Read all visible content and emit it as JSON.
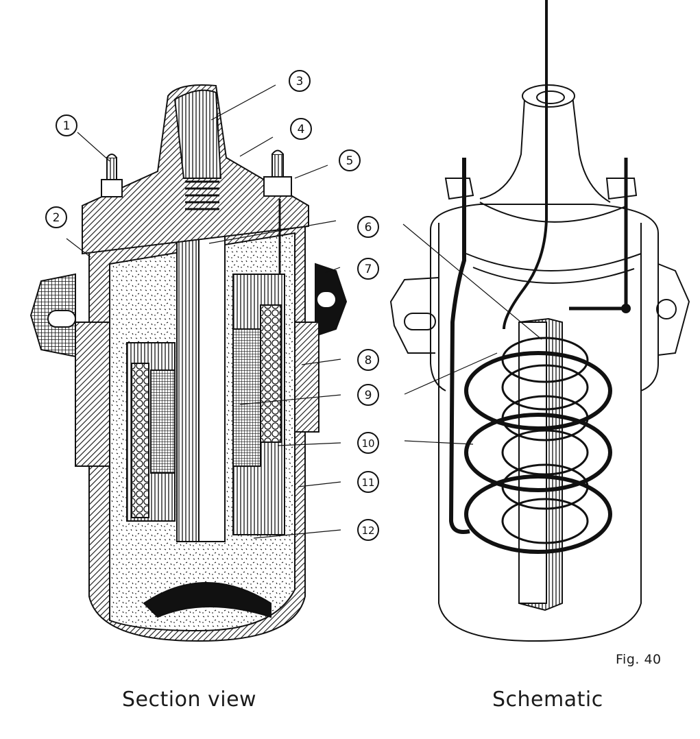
{
  "figure": {
    "number_label": "Fig. 40",
    "subject": "Ignition coil",
    "background": "#ffffff",
    "ink": "#111111"
  },
  "panels": [
    {
      "id": "section",
      "caption": "Section view"
    },
    {
      "id": "schematic",
      "caption": "Schematic"
    }
  ],
  "callouts": [
    {
      "id": 1,
      "label": "1"
    },
    {
      "id": 2,
      "label": "2"
    },
    {
      "id": 3,
      "label": "3"
    },
    {
      "id": 4,
      "label": "4"
    },
    {
      "id": 5,
      "label": "5"
    },
    {
      "id": 6,
      "label": "6"
    },
    {
      "id": 7,
      "label": "7"
    },
    {
      "id": 8,
      "label": "8"
    },
    {
      "id": 9,
      "label": "9"
    },
    {
      "id": 10,
      "label": "10"
    },
    {
      "id": 11,
      "label": "11"
    },
    {
      "id": 12,
      "label": "12"
    }
  ]
}
